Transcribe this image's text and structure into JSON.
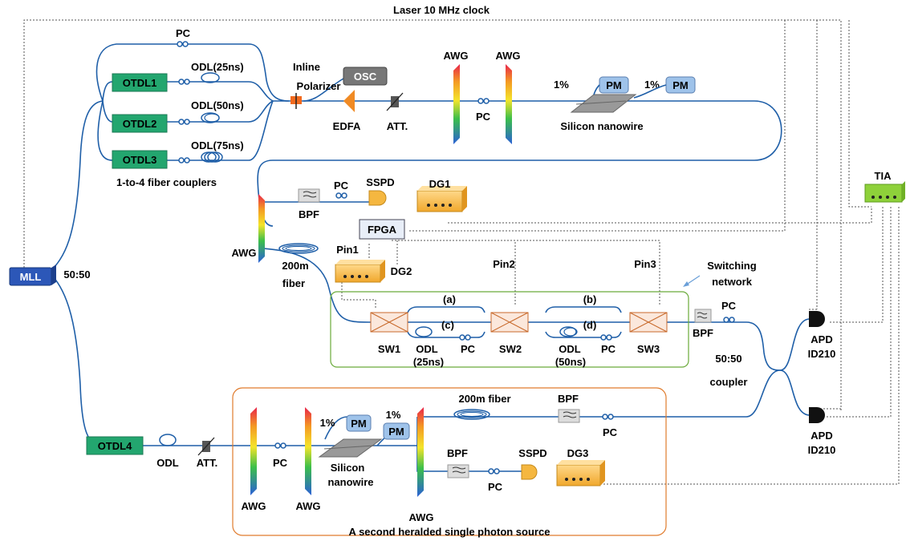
{
  "labels": {
    "clock": "Laser 10 MHz clock",
    "pc": "PC",
    "otdl1": "OTDL1",
    "otdl2": "OTDL2",
    "otdl3": "OTDL3",
    "otdl4": "OTDL4",
    "odl25": "ODL(25ns)",
    "odl50": "ODL(50ns)",
    "odl75": "ODL(75ns)",
    "couplers": "1-to-4 fiber couplers",
    "inline": "Inline",
    "polarizer": "Polarizer",
    "osc": "OSC",
    "edfa": "EDFA",
    "att": "ATT.",
    "awg": "AWG",
    "onepct": "1%",
    "pm": "PM",
    "silicon_nanowire": "Silicon nanowire",
    "silicon": "Silicon",
    "nanowire": "nanowire",
    "tia": "TIA",
    "bpf": "BPF",
    "sspd": "SSPD",
    "dg1": "DG1",
    "dg2": "DG2",
    "dg3": "DG3",
    "fpga": "FPGA",
    "pin1": "Pin1",
    "pin2": "Pin2",
    "pin3": "Pin3",
    "fiber200": "200m",
    "fiber": "fiber",
    "fiber200_full": "200m fiber",
    "switching": "Switching",
    "network": "network",
    "mll": "MLL",
    "ratio": "50:50",
    "a": "(a)",
    "b": "(b)",
    "c": "(c)",
    "d": "(d)",
    "sw1": "SW1",
    "sw2": "SW2",
    "sw3": "SW3",
    "odl": "ODL",
    "ns25": "(25ns)",
    "ns50": "(50ns)",
    "coupler": "coupler",
    "apd": "APD",
    "id210": "ID210",
    "second_source": "A second heralded single photon source"
  },
  "colors": {
    "fiber": "#1f5fa8",
    "otdl": "#23a66f",
    "dg": "#f5b740",
    "pm": "#9fc3ea",
    "tia": "#8ed13a",
    "switch_border": "#6aaa3a",
    "source_border": "#e07b2c",
    "mll": "#2c57b8"
  }
}
